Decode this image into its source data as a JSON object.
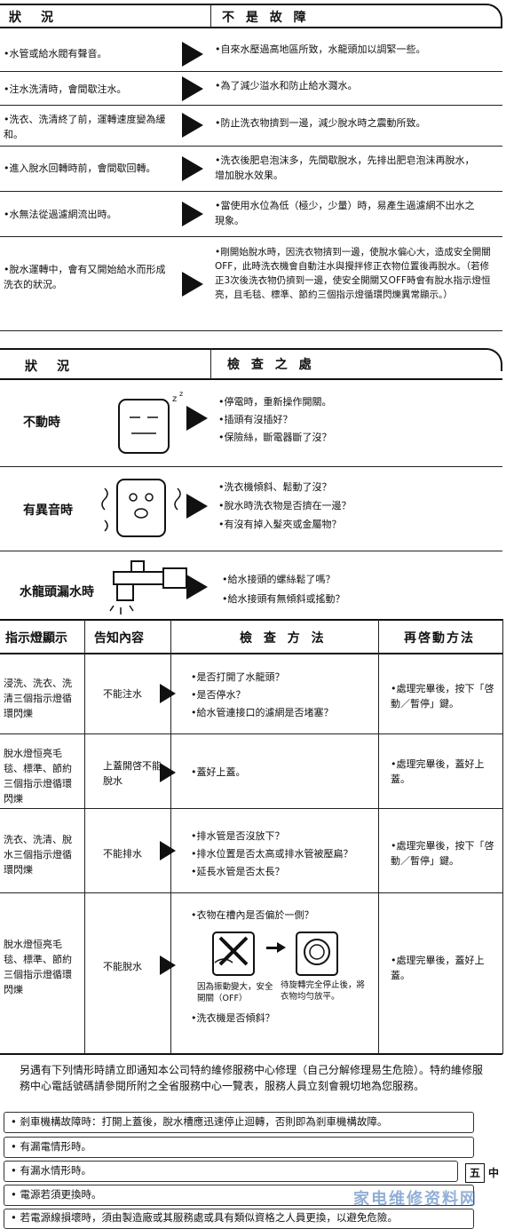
{
  "section1": {
    "header_left": "狀　況",
    "header_right": "不 是 故 障",
    "rows": [
      {
        "situation": "•水管或給水閥有聲音。",
        "reason": "•自來水壓過高地區所致，水龍頭加以調緊一些。"
      },
      {
        "situation": "•注水洗清時，會間歇注水。",
        "reason": "•為了減少溢水和防止給水濺水。"
      },
      {
        "situation": "•洗衣、洗清終了前，運轉速度變為緩和。",
        "reason": "•防止洗衣物擠到一邊，減少脫水時之震動所致。"
      },
      {
        "situation": "•進入脫水回轉時前，會間歇回轉。",
        "reason": "•洗衣後肥皂泡沫多，先間歇脫水，先排出肥皂泡沫再脫水，增加脫水效果。"
      },
      {
        "situation": "•水無法從過濾網流出時。",
        "reason": "•當使用水位為低（極少，少量）時，易產生過濾網不出水之現象。"
      },
      {
        "situation": "•脫水運轉中，會有又開始給水而形成洗衣的狀況。",
        "reason": "•剛開始脫水時，因洗衣物擠到一邊，使脫水偏心大，造成安全開關OFF，此時洗衣機會自動注水與攪拌修正衣物位置後再脫水。（若修正3次後洗衣物仍擠到一邊，使安全開關又OFF時會有脫水指示燈恒亮，且毛毯、標準、節約三個指示燈循環閃爍異常顯示。）"
      }
    ]
  },
  "section2": {
    "header_left": "狀　況",
    "header_right": "檢 查 之 處",
    "rows": [
      {
        "label": "不動時",
        "checks": [
          "•停電時，重新操作開關。",
          "•插頭有沒插好？",
          "•保險絲，斷電器斷了沒？"
        ]
      },
      {
        "label": "有異音時",
        "checks": [
          "•洗衣機傾斜、鬆動了沒？",
          "•脫水時洗衣物是否擠在一邊？",
          "•有沒有掉入髮夾或金屬物？"
        ]
      },
      {
        "label": "水龍頭漏水時",
        "checks": [
          "•給水接頭的螺絲鬆了嗎？",
          "•給水接頭有無傾斜或搖動？"
        ]
      }
    ]
  },
  "section3": {
    "headers": [
      "指示燈顯示",
      "告知內容",
      "檢 查 方 法",
      "再啓動方法"
    ],
    "rows": [
      {
        "indicator": "浸洗、洗衣、洗清三個指示燈循環閃爍",
        "notice": "不能注水",
        "checks": [
          "•是否打開了水龍頭？",
          "•是否停水？",
          "•給水管連接口的濾網是否堵塞？"
        ],
        "restart": "•處理完畢後，按下「啓動／暫停」鍵。"
      },
      {
        "indicator": "脫水燈恒亮毛毯、標準、節約三個指示燈循環閃爍",
        "notice": "上蓋開啓不能脫水",
        "checks": [
          "•蓋好上蓋。"
        ],
        "restart": "•處理完畢後，蓋好上蓋。"
      },
      {
        "indicator": "洗衣、洗清、脫水三個指示燈循環閃爍",
        "notice": "不能排水",
        "checks": [
          "•排水管是否沒放下？",
          "•排水位置是否太高或排水管被壓扁？",
          "•延長水管是否太長？"
        ],
        "restart": "•處理完畢後，按下「啓動／暫停」鍵。"
      },
      {
        "indicator": "脫水燈恒亮毛毯、標準、節約三個指示燈循環閃爍",
        "notice": "不能脫水",
        "checks": [
          "•衣物在槽內是否偏於一側？",
          "•洗衣機是否傾斜？"
        ],
        "caption_bad": "因為振動變大，安全開關（OFF）",
        "caption_good": "待旋轉完全停止後，將衣物均勻放平。",
        "restart": "•處理完畢後，蓋好上蓋。"
      }
    ]
  },
  "notice": {
    "intro": "另遇有下列情形時請立即通知本公司特約維修服務中心修理（自己分解修理易生危險）。特約維修服務中心電話號碼請參閱所附之全省服務中心一覽表，服務人員立刻會親切地為您服務。",
    "items": [
      "• 剎車機構故障時：打開上蓋後，脫水槽應迅速停止迴轉，否則即為剎車機構故障。",
      "• 有漏電情形時。",
      "• 有漏水情形時。",
      "• 電源若須更換時。",
      "• 若電源線損壞時，須由製造廠或其服務處或具有類似資格之人員更換，以避免危險。"
    ],
    "page_mark": "五",
    "page_lang": "中"
  },
  "watermark": "家电维修资料网"
}
